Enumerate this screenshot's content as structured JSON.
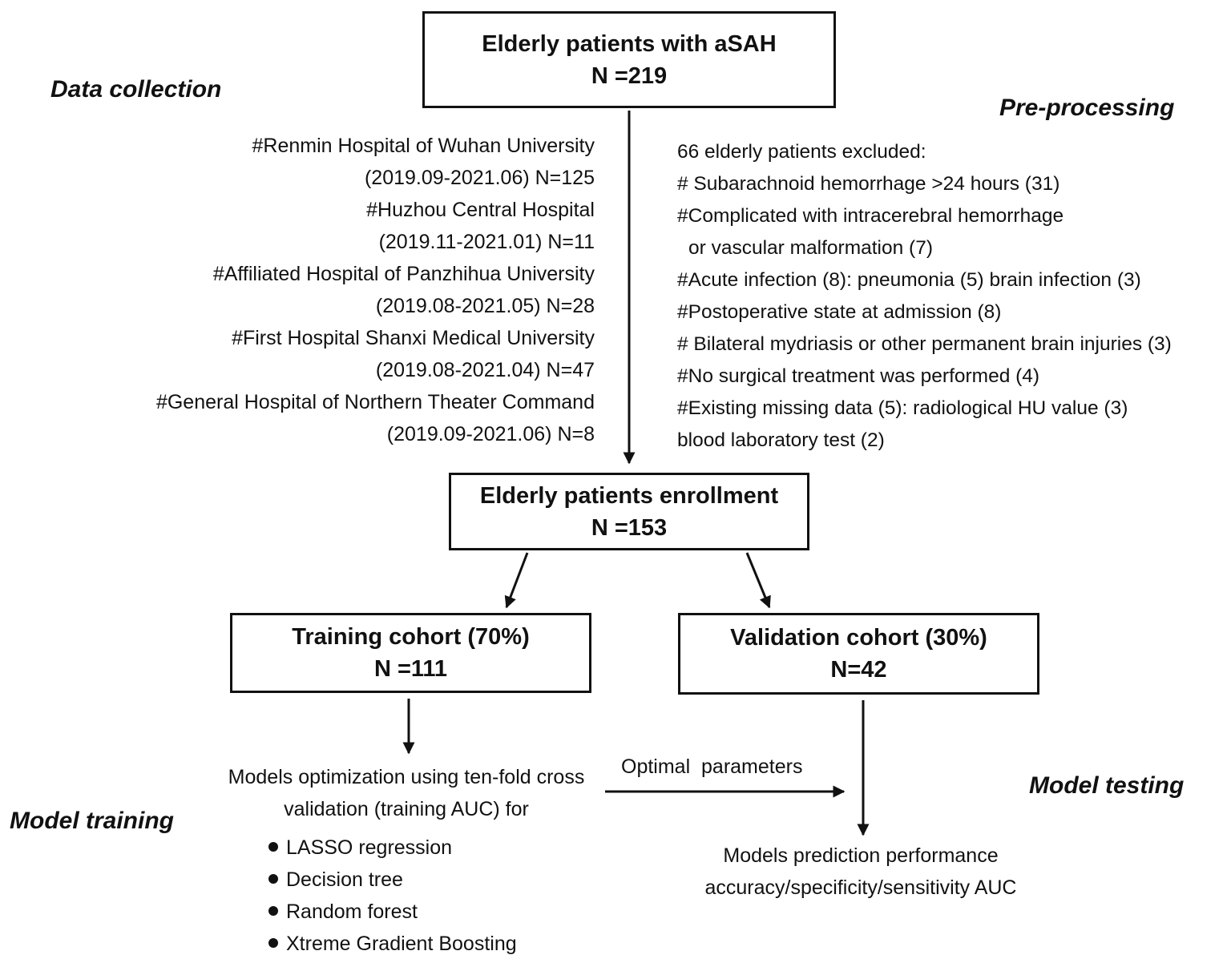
{
  "boxes": {
    "top": {
      "title": "Elderly patients with aSAH",
      "n": "N =219"
    },
    "enrollment": {
      "title": "Elderly patients enrollment",
      "n": "N =153"
    },
    "training": {
      "title": "Training cohort (70%)",
      "n": "N =111"
    },
    "validation": {
      "title": "Validation cohort (30%)",
      "n": "N=42"
    }
  },
  "sections": {
    "data_collection": "Data collection",
    "pre_processing": "Pre-processing",
    "model_training": "Model training",
    "model_testing": "Model testing"
  },
  "hospitals": [
    "#Renmin Hospital of Wuhan University",
    "(2019.09-2021.06) N=125",
    "#Huzhou Central Hospital",
    "(2019.11-2021.01) N=11",
    "#Affiliated Hospital of Panzhihua University",
    "(2019.08-2021.05) N=28",
    "#First Hospital Shanxi Medical University",
    "(2019.08-2021.04) N=47",
    "#General Hospital of Northern Theater Command",
    "(2019.09-2021.06) N=8"
  ],
  "exclusions": [
    "66 elderly patients excluded:",
    "# Subarachnoid hemorrhage >24 hours (31)",
    "#Complicated with intracerebral hemorrhage",
    "or vascular malformation (7)",
    "#Acute infection (8): pneumonia (5) brain infection (3)",
    "#Postoperative state at admission (8)",
    "# Bilateral mydriasis or other permanent brain injuries (3)",
    "#No surgical treatment was performed (4)",
    "#Existing missing data (5): radiological HU value (3)",
    "blood laboratory test (2)"
  ],
  "training": {
    "lines": [
      "Models optimization using ten-fold cross",
      "validation (training AUC) for"
    ],
    "models": [
      "LASSO regression",
      "Decision tree",
      "Random forest",
      "Xtreme Gradient Boosting"
    ]
  },
  "optimal_label": "Optimal  parameters",
  "testing": {
    "lines": [
      "Models prediction performance",
      "accuracy/specificity/sensitivity AUC"
    ]
  }
}
